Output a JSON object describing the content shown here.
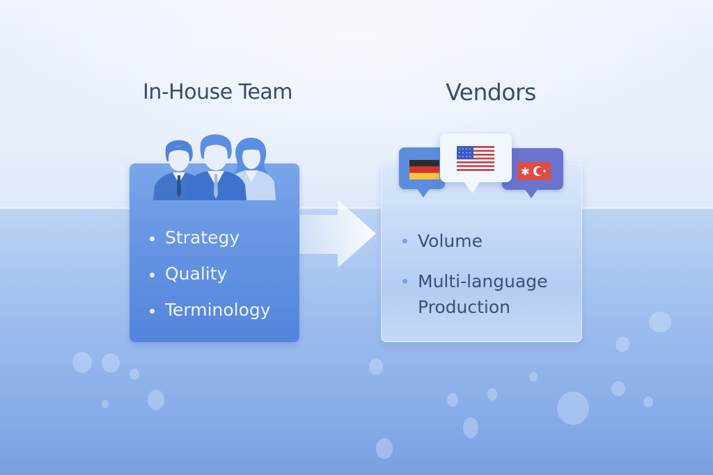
{
  "diagram": {
    "left_panel": {
      "title": "In-House Team",
      "icon": "team-people-icon",
      "items": [
        "Strategy",
        "Quality",
        "Terminology"
      ],
      "colors": {
        "card": "#6a98e4",
        "text": "#eef4ff"
      }
    },
    "connector": {
      "icon": "arrow-right-icon",
      "direction": "left-to-right"
    },
    "right_panel": {
      "title": "Vendors",
      "icons": [
        {
          "name": "germany-flag-speech-bubble-icon",
          "flag": "Germany"
        },
        {
          "name": "usa-flag-speech-bubble-icon",
          "flag": "United States"
        },
        {
          "name": "turkey-like-flag-speech-bubble-icon",
          "flag": "Red flag with white star and crescent"
        }
      ],
      "items": [
        "Volume",
        "Multi-language Production"
      ],
      "items_display": [
        "Volume",
        "Multi-language",
        "Production"
      ],
      "colors": {
        "card": "#c3d8f6",
        "text": "#3d4e77"
      }
    },
    "title_color": "#3a4a75"
  }
}
